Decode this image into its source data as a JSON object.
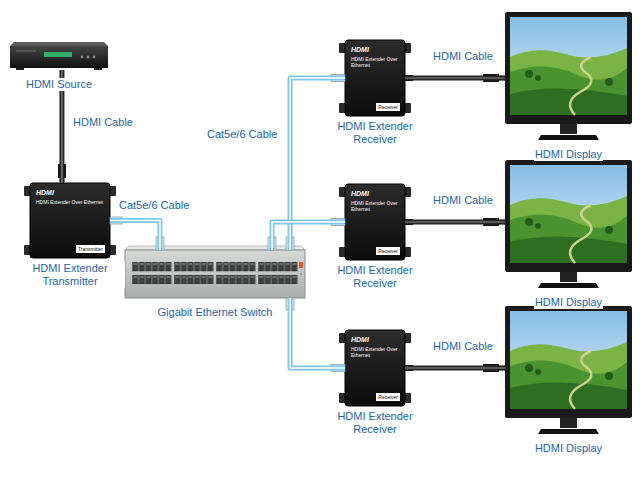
{
  "diagram": {
    "nodes": [
      {
        "text": [
          "HDMI Source"
        ]
      },
      {
        "text": [
          "HDMI",
          "HDMI Extender Over Ethernet",
          "Transmitter",
          "HDMI Extender Transmitter"
        ]
      },
      {
        "text": [
          "Gigabit Ethernet Switch"
        ]
      },
      {
        "text": [
          "HDMI",
          "HDMI Extender Over Ethernet",
          "Receiver",
          "HDMI Extender Receiver"
        ]
      },
      {
        "text": [
          "HDMI Display"
        ]
      },
      {
        "text": [
          "HDMI",
          "HDMI Extender Over Ethernet",
          "Receiver",
          "HDMI Extender Receiver"
        ]
      },
      {
        "text": [
          "HDMI Display"
        ]
      },
      {
        "text": [
          "HDMI",
          "HDMI Extender Over Ethernet",
          "Receiver",
          "HDMI Extender Receiver"
        ]
      },
      {
        "text": [
          "HDMI Display"
        ]
      }
    ],
    "edges": [
      {
        "from": 0,
        "to": 1,
        "arrow": "none",
        "label": "HDMI Cable"
      },
      {
        "from": 1,
        "to": 2,
        "arrow": "none",
        "label": "Cat5e/6 Cable"
      },
      {
        "from": 2,
        "to": 3,
        "arrow": "none",
        "label": "Cat5e/6 Cable"
      },
      {
        "from": 2,
        "to": 5,
        "arrow": "none"
      },
      {
        "from": 2,
        "to": 7,
        "arrow": "none"
      },
      {
        "from": 3,
        "to": 4,
        "arrow": "none",
        "label": "HDMI Cable"
      },
      {
        "from": 5,
        "to": 6,
        "arrow": "none",
        "label": "HDMI Cable"
      },
      {
        "from": 7,
        "to": 8,
        "arrow": "none",
        "label": "HDMI Cable"
      }
    ]
  }
}
